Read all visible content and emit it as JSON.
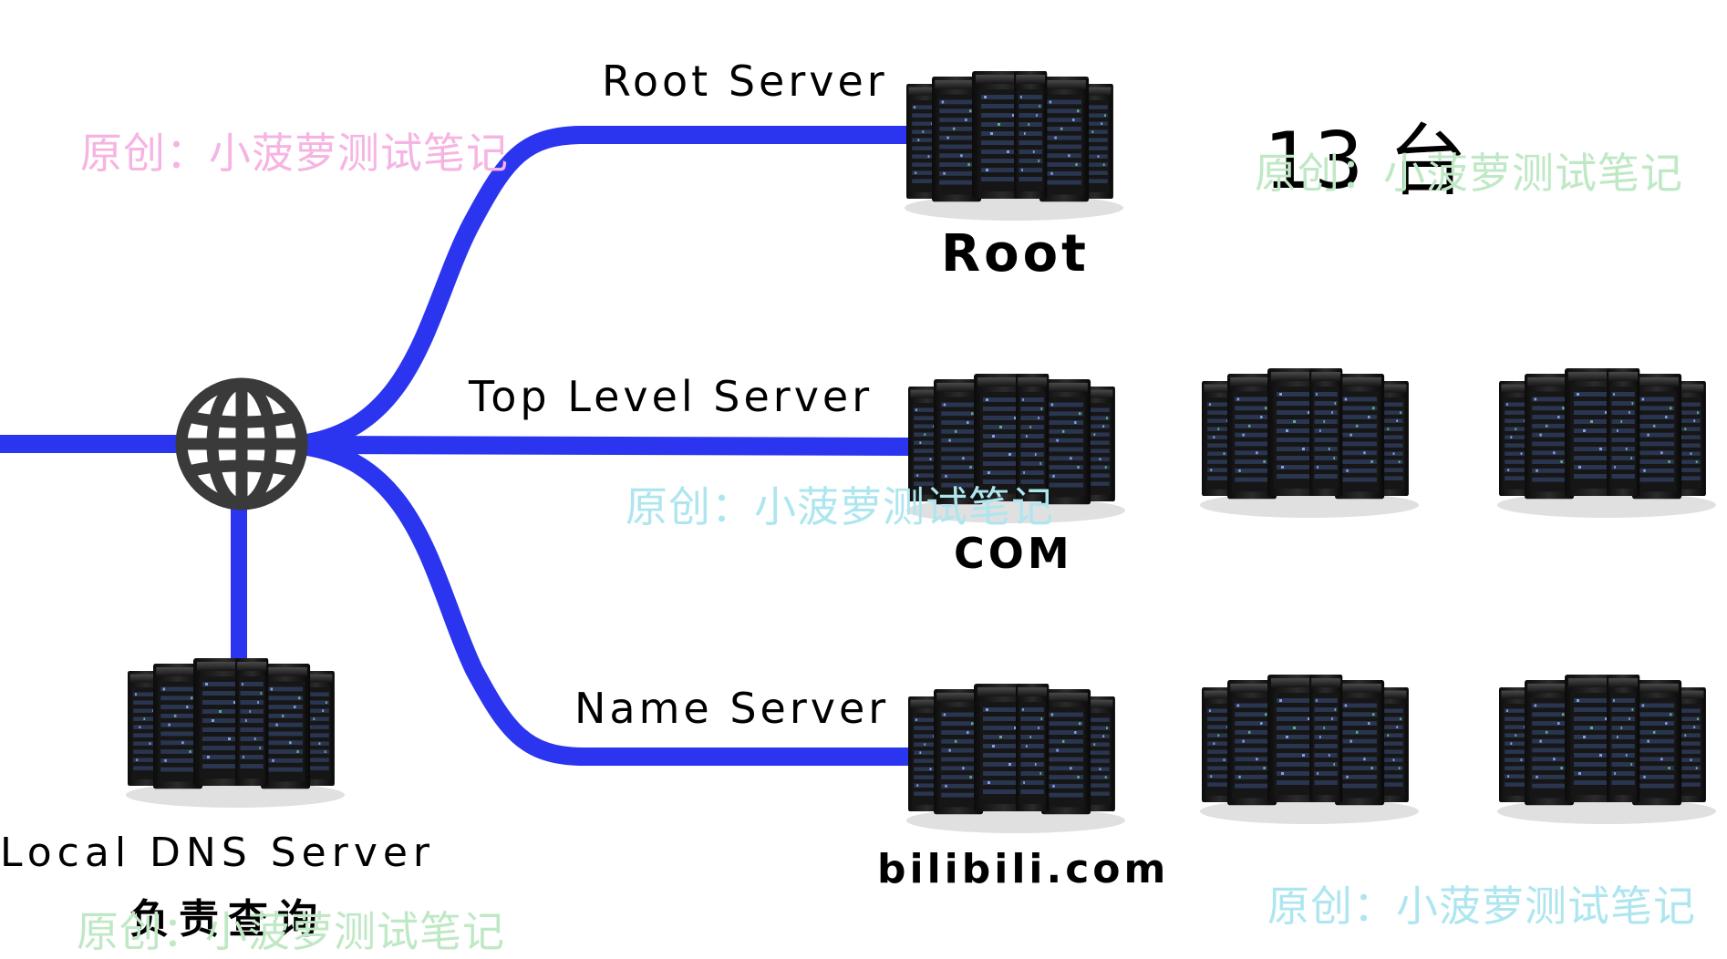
{
  "diagram": {
    "edges": [
      {
        "id": "root-link",
        "label": "Root Server"
      },
      {
        "id": "tld-link",
        "label": "Top Level Server"
      },
      {
        "id": "name-link",
        "label": "Name Server"
      }
    ],
    "nodes": {
      "root": {
        "label": "Root",
        "count_note": "13 台"
      },
      "com": {
        "label": "COM"
      },
      "name": {
        "label": "bilibili.com"
      },
      "local": {
        "label": "Local DNS Server",
        "sublabel": "负责查询"
      }
    },
    "icons": {
      "hub": "globe-icon",
      "server": "server-rack-icon"
    },
    "watermark": "原创：小菠萝测试笔记",
    "colors": {
      "link": "#2b35f0",
      "globe": "#3a3a3a",
      "watermark_pink": "#f6b4e2",
      "watermark_green": "#bfe8c5",
      "watermark_cyan": "#aee6ef"
    }
  }
}
